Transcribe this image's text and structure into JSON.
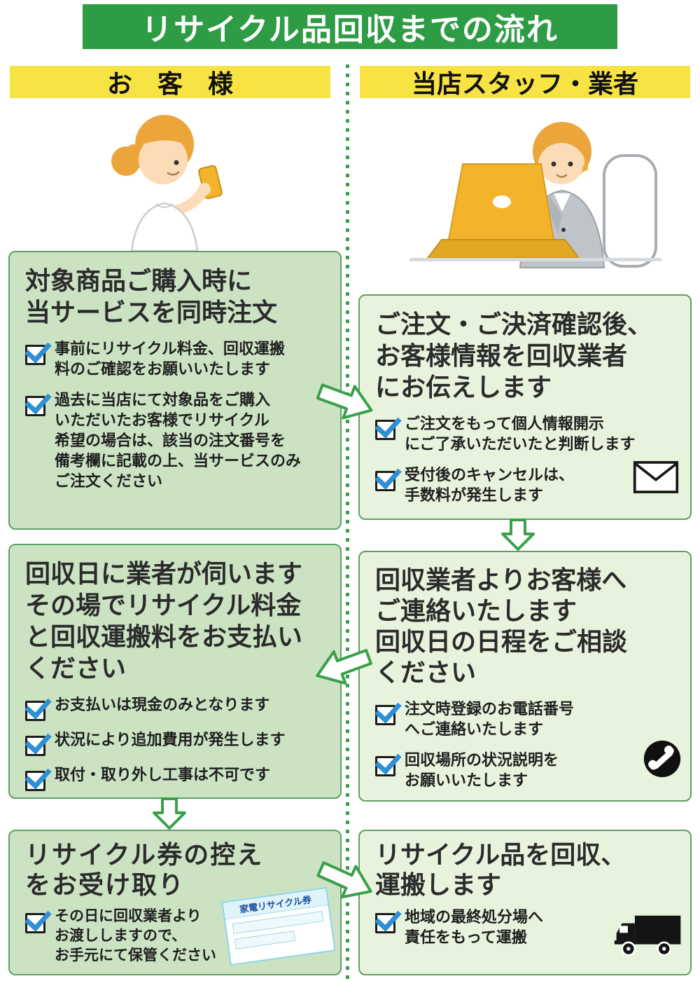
{
  "header": {
    "title": "リサイクル品回収までの流れ"
  },
  "left": {
    "header": "お　客　様",
    "box1": {
      "title": "対象商品ご購入時に\n当サービスを同時注文",
      "items": [
        "事前にリサイクル料金、回収運搬\n料のご確認をお願いいたします",
        "過去に当店にて対象品をご購入\nいただいたお客様でリサイクル\n希望の場合は、該当の注文番号を\n備考欄に記載の上、当サービスのみ\nご注文ください"
      ]
    },
    "box2": {
      "title": "回収日に業者が伺います\nその場でリサイクル料金\nと回収運搬料をお支払い\nください",
      "items": [
        "お支払いは現金のみとなります",
        "状況により追加費用が発生します",
        "取付・取り外し工事は不可です"
      ]
    },
    "box3": {
      "title": "リサイクル券の控え\nをお受け取り",
      "items": [
        "その日に回収業者より\nお渡ししますので、\nお手元にて保管ください"
      ],
      "ticket_label": "家電リサイクル券"
    }
  },
  "right": {
    "header": "当店スタッフ・業者",
    "box1": {
      "title": "ご注文・ご決済確認後、\nお客様情報を回収業者\nにお伝えします",
      "items": [
        "ご注文をもって個人情報開示\nにご了承いただいたと判断します",
        "受付後のキャンセルは、\n手数料が発生します"
      ]
    },
    "box2": {
      "title": "回収業者よりお客様へ\nご連絡いたします\n回収日の日程をご相談\nください",
      "items": [
        "注文時登録のお電話番号\nへご連絡いたします",
        "回収場所の状況説明を\nお願いいたします"
      ]
    },
    "box3": {
      "title": "リサイクル品を回収、\n運搬します",
      "items": [
        "地域の最終処分場へ\n責任をもって運搬"
      ]
    }
  },
  "icons": {
    "envelope": "envelope-icon",
    "phone": "phone-icon",
    "truck": "truck-icon",
    "checkbox": "checked-checkbox-icon",
    "arrows": [
      "right-arrow",
      "down-arrow"
    ]
  },
  "colors": {
    "banner_green": "#2d9c44",
    "header_yellow": "#f7e344",
    "left_box_bg": "#cbe3c3",
    "right_box_bg": "#e7f3dc",
    "box_border": "#5f9f63",
    "check_blue": "#2e8fd4",
    "arrow_green": "#3aa04a"
  }
}
